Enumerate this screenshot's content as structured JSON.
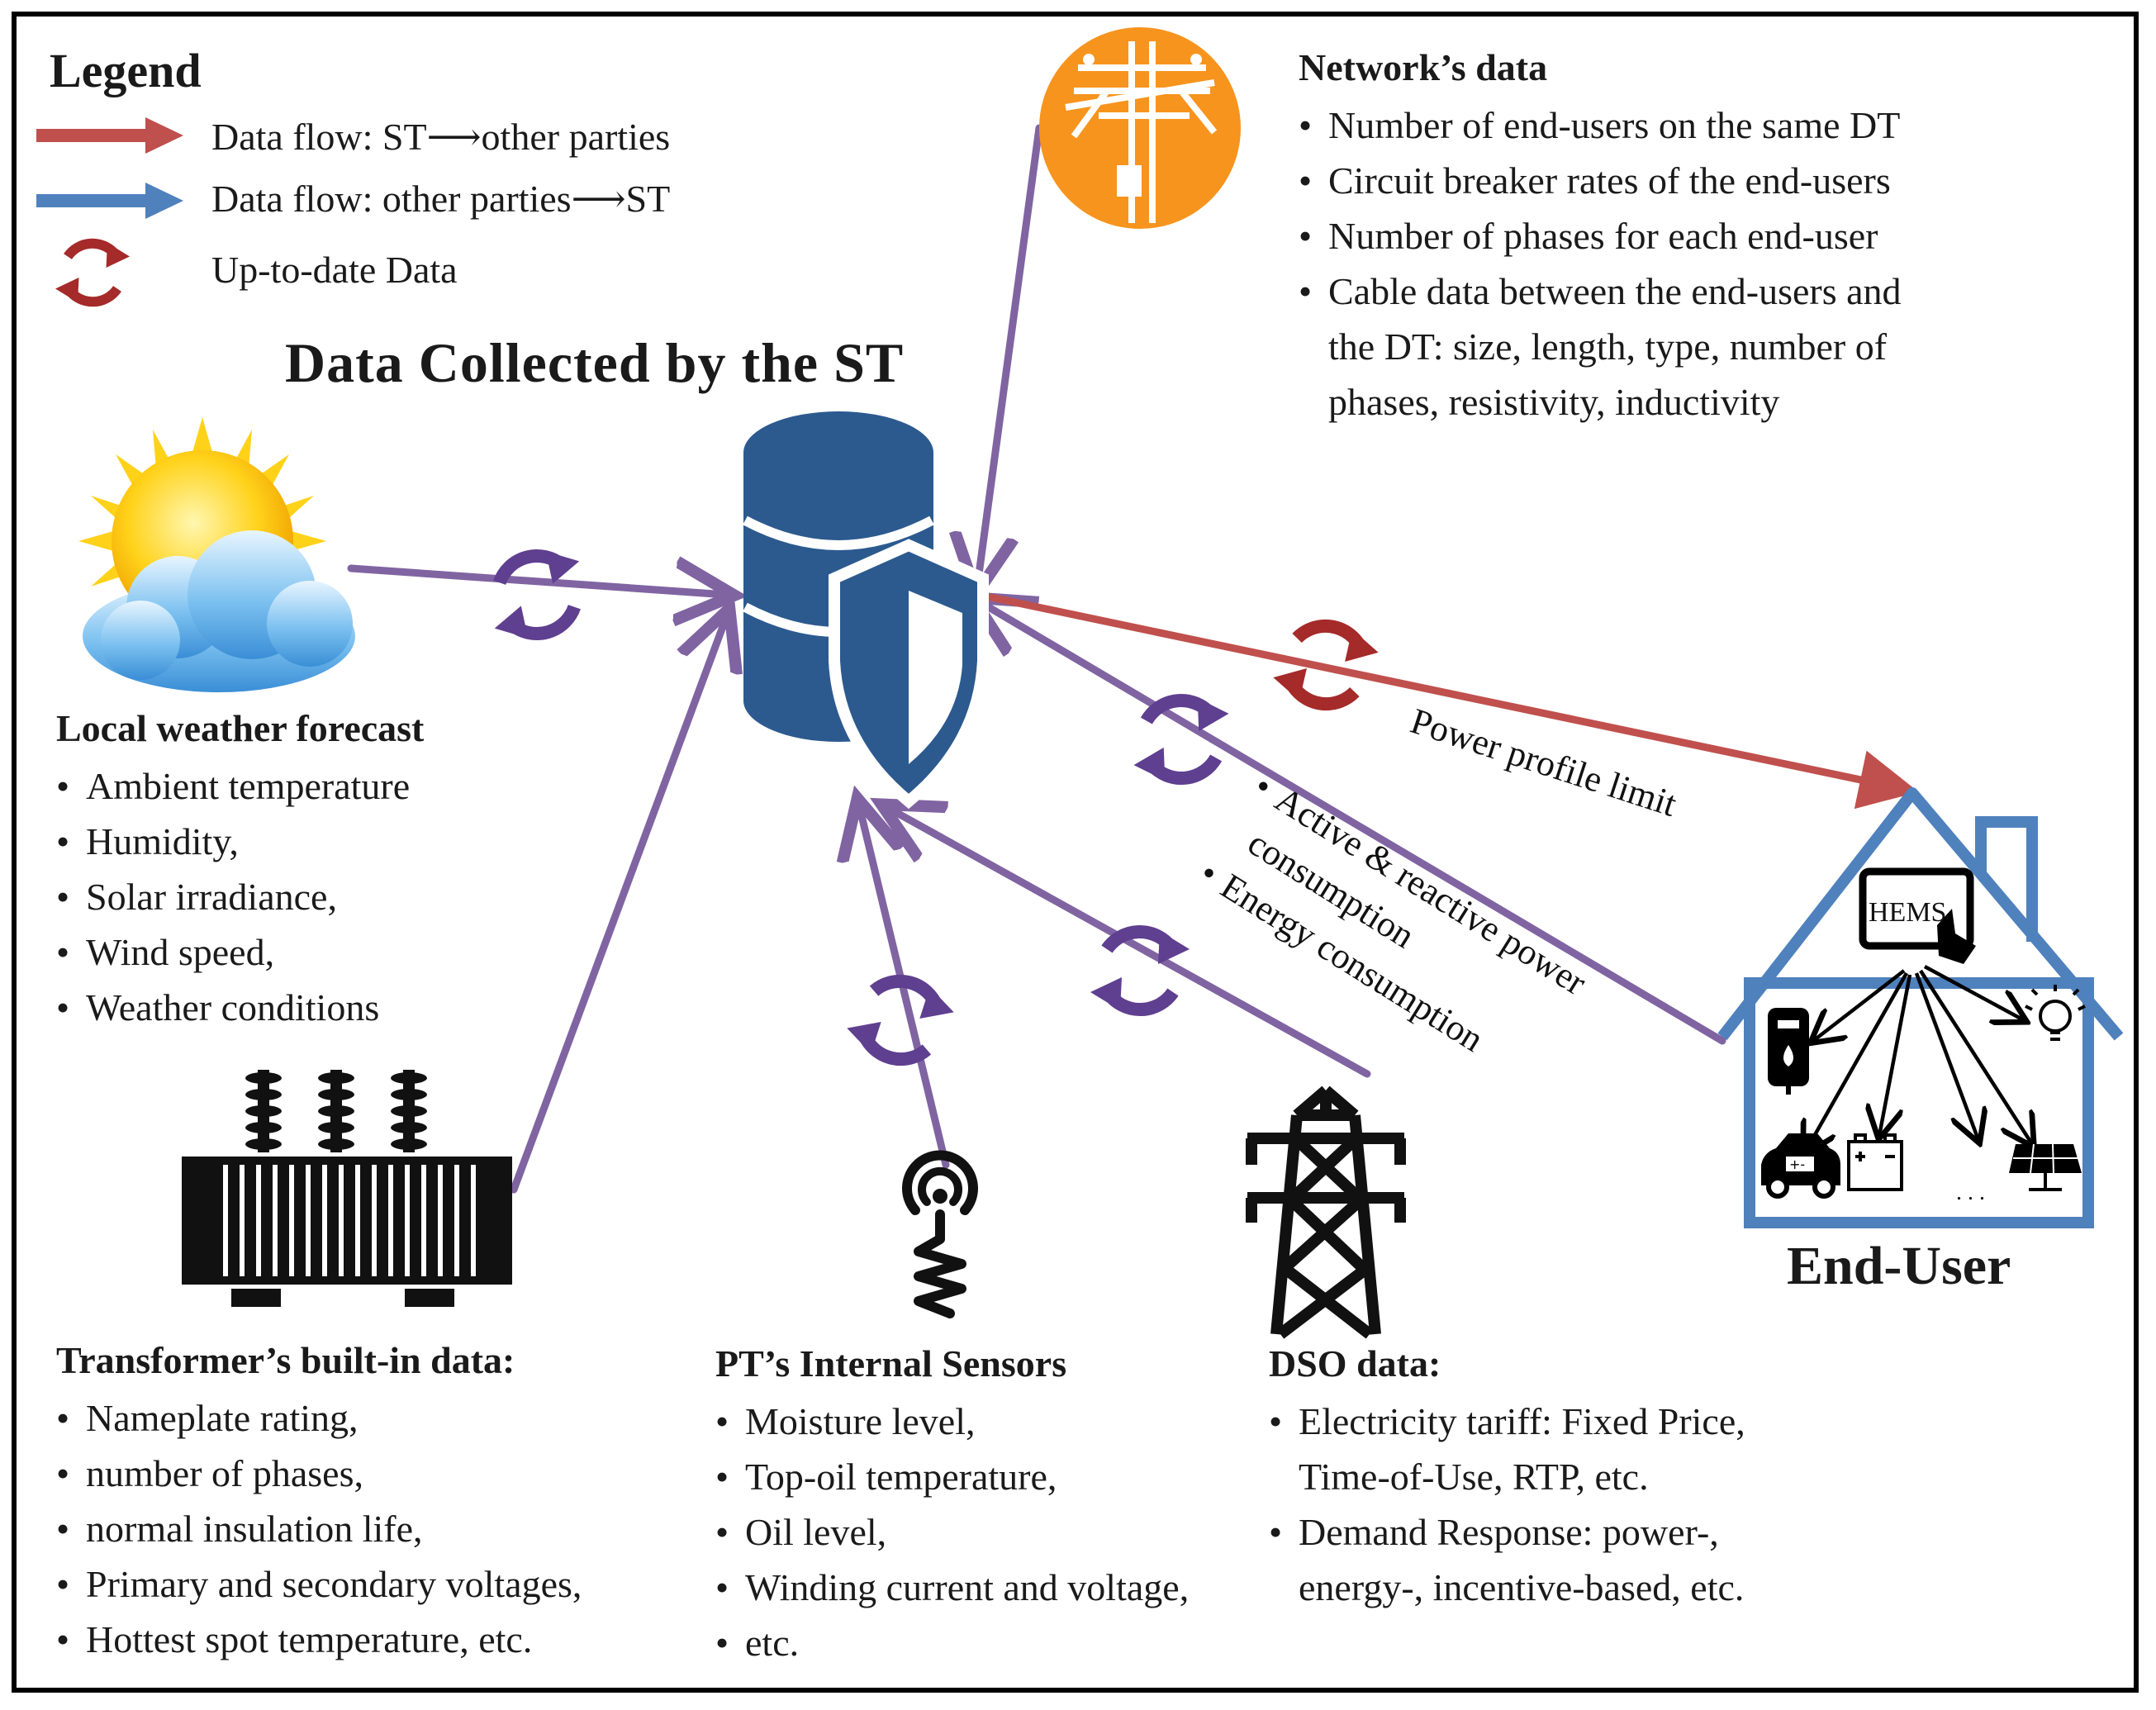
{
  "title": "Data Collected by the ST",
  "legend": {
    "heading": "Legend",
    "items": [
      {
        "text": "Data   flow: ST⟶other parties"
      },
      {
        "text": "Data   flow: other parties⟶ST"
      },
      {
        "text": "Up-to-date Data"
      }
    ]
  },
  "colors": {
    "red": "#c0504d",
    "blue": "#4f81bd",
    "purple": "#8064a2",
    "cycle_purple": "#5f3f8f",
    "cycle_red": "#a52a2a",
    "db": "#2c5a8f",
    "orange": "#f7941d"
  },
  "network": {
    "heading": "Network’s data",
    "items": [
      "Number of end-users on the same DT",
      "Circuit breaker rates of the end-users",
      "Number of phases for each end-user",
      "Cable data between the end-users and"
    ],
    "continuation": [
      "the DT: size, length, type, number of",
      "phases, resistivity, inductivity"
    ]
  },
  "weather": {
    "heading": "Local weather forecast",
    "items": [
      "Ambient temperature",
      "Humidity,",
      "Solar irradiance,",
      "Wind speed,",
      "Weather conditions"
    ]
  },
  "transformer": {
    "heading": "Transformer’s built-in data:",
    "items": [
      "Nameplate rating,",
      "number of phases,",
      "normal insulation life,",
      "Primary and secondary voltages,",
      "Hottest spot temperature, etc."
    ]
  },
  "pt_sensors": {
    "heading": "PT’s Internal Sensors",
    "items": [
      "Moisture level,",
      "Top-oil temperature,",
      "Oil level,",
      "Winding current and voltage,",
      "etc."
    ]
  },
  "dso": {
    "heading": "DSO data:",
    "item1": [
      "Electricity tariff: Fixed Price,",
      "Time-of-Use, RTP, etc."
    ],
    "item2": [
      "Demand Response: power-,",
      "energy-, incentive-based, etc."
    ]
  },
  "enduser": {
    "label": "End-User",
    "hems": "HEMS",
    "dots": ". . .",
    "power_limit": "Power profile limit",
    "consumption_items": [
      "Active & reactive power",
      "consumption",
      "Energy consumption"
    ]
  },
  "icons": [
    "database-shield-icon",
    "power-pole-icon",
    "sun-cloud-icon",
    "transformer-icon",
    "sensor-icon",
    "transmission-tower-icon",
    "house-icon",
    "refresh-cycle-icon"
  ]
}
